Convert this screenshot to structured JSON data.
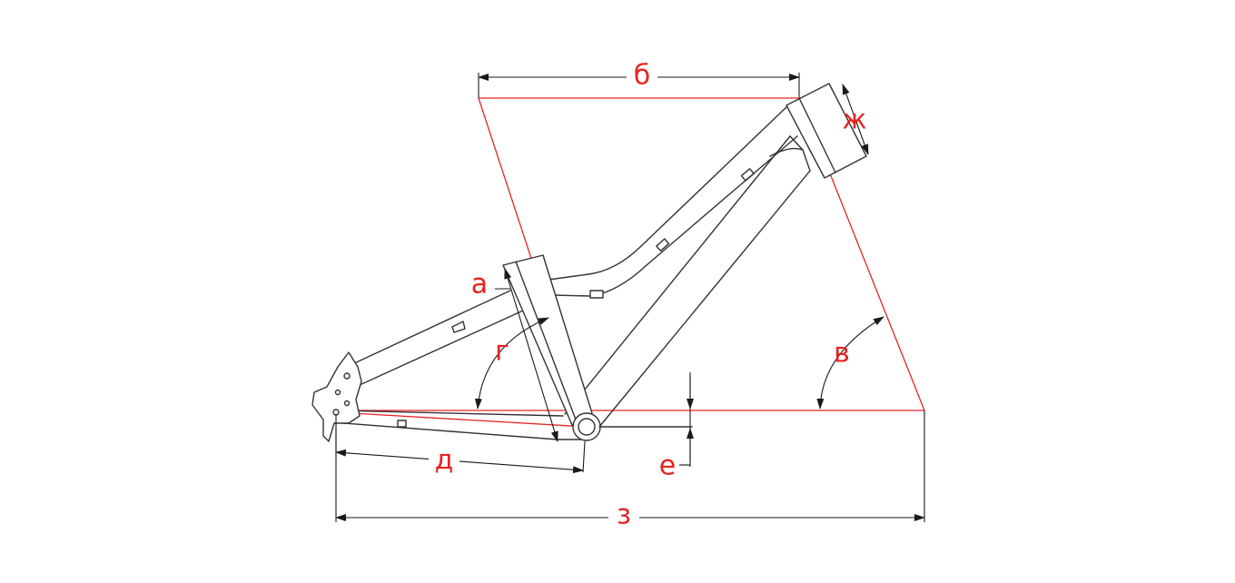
{
  "diagram": {
    "colors": {
      "frame": "#333333",
      "reference_lines": "#e52421",
      "dimension_lines": "#1a1a1a",
      "labels": "#e52421"
    },
    "labels": {
      "seat_tube_length": "а",
      "top_tube_length": "б",
      "head_angle": "в",
      "seat_angle": "г",
      "chainstay_length": "д",
      "bb_drop": "е",
      "head_tube_length": "ж",
      "wheelbase": "з"
    }
  }
}
